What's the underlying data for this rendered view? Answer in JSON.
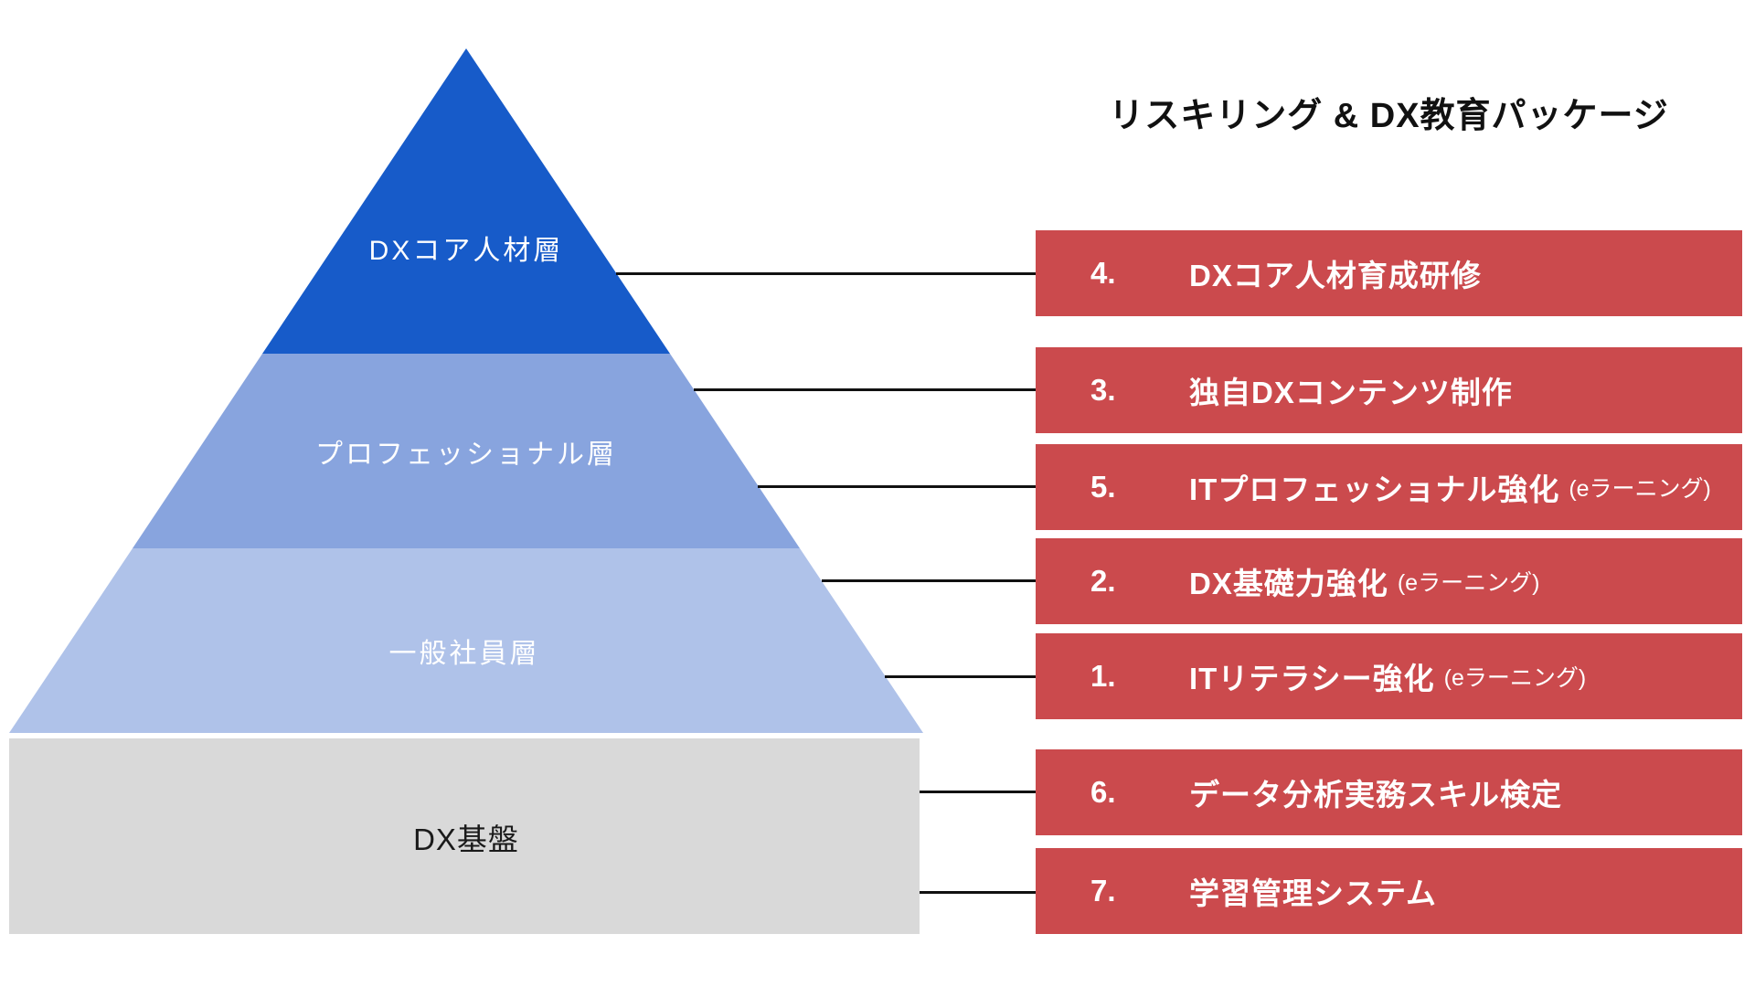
{
  "title": "リスキリング & DX教育パッケージ",
  "pyramid": {
    "layers": [
      {
        "label": "DXコア人材層",
        "color": "#175bc9",
        "text_color": "#ffffff"
      },
      {
        "label": "プロフェッショナル層",
        "color": "#88a4de",
        "text_color": "#ffffff"
      },
      {
        "label": "一般社員層",
        "color": "#afc2e9",
        "text_color": "#ffffff"
      }
    ],
    "base": {
      "label": "DX基盤",
      "color": "#d9d9d9",
      "text_color": "#1a1a1a"
    }
  },
  "packages": [
    {
      "number": "4.",
      "label": "DXコア人材育成研修",
      "note": ""
    },
    {
      "number": "3.",
      "label": "独自DXコンテンツ制作",
      "note": ""
    },
    {
      "number": "5.",
      "label": "ITプロフェッショナル強化",
      "note": "(eラーニング)"
    },
    {
      "number": "2.",
      "label": "DX基礎力強化",
      "note": "(eラーニング)"
    },
    {
      "number": "1.",
      "label": "ITリテラシー強化",
      "note": "(eラーニング)"
    },
    {
      "number": "6.",
      "label": "データ分析実務スキル検定",
      "note": ""
    },
    {
      "number": "7.",
      "label": "学習管理システム",
      "note": ""
    }
  ],
  "colors": {
    "package_box": "#cb4a4d",
    "connector_line": "#111111",
    "background": "#ffffff"
  }
}
